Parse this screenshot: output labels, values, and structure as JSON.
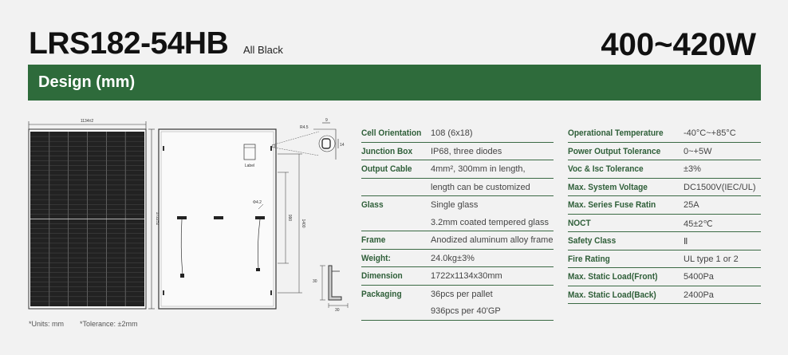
{
  "header": {
    "model": "LRS182-54HB",
    "variant": "All Black",
    "power": "400~420W"
  },
  "banner": {
    "title": "Design (mm)"
  },
  "drawing": {
    "width_dim": "1134±2",
    "length_dim": "1722±2",
    "mount_dim_1": "990",
    "mount_dim_2": "1400",
    "hole_dim": "Φ4.2",
    "corner_r": "R4.5",
    "corner_a": "9",
    "corner_b": "14",
    "frame_h": "30",
    "frame_w": "30",
    "label_text": "Label",
    "frame_color": "#555555"
  },
  "footnotes": {
    "units": "*Units: mm",
    "tolerance": "*Tolerance: ±2mm"
  },
  "spec_left": [
    {
      "key": "Cell Orientation",
      "value": "108 (6x18)",
      "line": true
    },
    {
      "key": "Junction Box",
      "value": "IP68, three diodes",
      "line": true
    },
    {
      "key": "Output Cable",
      "value": "4mm², 300mm in length,",
      "line": true
    },
    {
      "key": "",
      "value": "length can be customized",
      "line": true
    },
    {
      "key": "Glass",
      "value": "Single glass",
      "line": false
    },
    {
      "key": "",
      "value": "3.2mm coated tempered glass",
      "line": true
    },
    {
      "key": "Frame",
      "value": "Anodized aluminum alloy frame",
      "line": true
    },
    {
      "key": "Weight:",
      "value": "24.0kg±3%",
      "line": true
    },
    {
      "key": "Dimension",
      "value": "1722x1134x30mm",
      "line": true
    },
    {
      "key": "Packaging",
      "value": "36pcs per pallet",
      "line": false
    },
    {
      "key": "",
      "value": "936pcs per 40'GP",
      "line": true
    }
  ],
  "spec_right": [
    {
      "key": "Operational Temperature",
      "value": "-40°C~+85°C"
    },
    {
      "key": "Power Output Tolerance",
      "value": "0~+5W"
    },
    {
      "key": "Voc & Isc Tolerance",
      "value": "±3%"
    },
    {
      "key": "Max. System Voltage",
      "value": "DC1500V(IEC/UL)"
    },
    {
      "key": "Max. Series Fuse Ratin",
      "value": "25A"
    },
    {
      "key": "NOCT",
      "value": "45±2℃"
    },
    {
      "key": "Safety Class",
      "value": "Ⅱ"
    },
    {
      "key": "Fire Rating",
      "value": "UL type 1 or 2"
    },
    {
      "key": "Max. Static Load(Front)",
      "value": "5400Pa"
    },
    {
      "key": "Max. Static Load(Back)",
      "value": "2400Pa"
    }
  ]
}
